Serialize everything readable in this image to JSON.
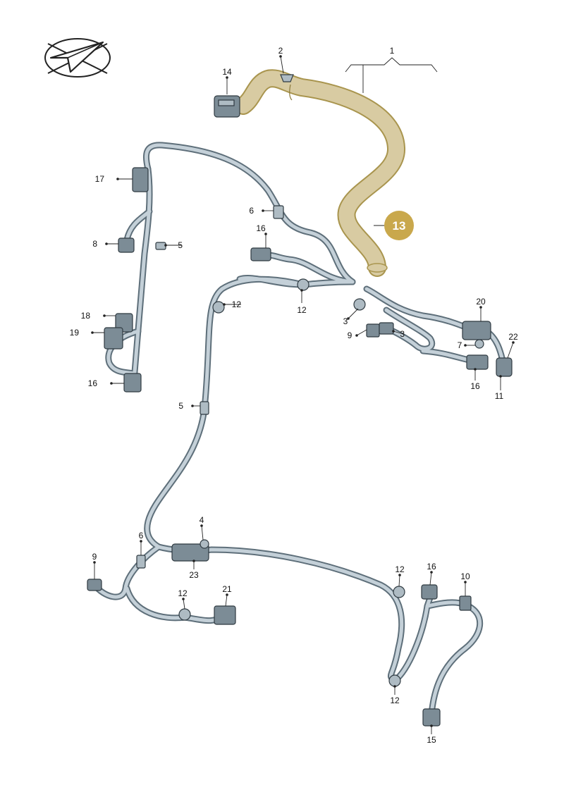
{
  "diagram": {
    "highlight_color": "#c9a84c",
    "highlight_label": "13",
    "logo_icon": "vw-paper-plane-logo-icon",
    "callouts": {
      "c1": "1",
      "c2": "2",
      "c14": "14",
      "c17": "17",
      "c6a": "6",
      "c16a": "16",
      "c8": "8",
      "c5a": "5",
      "c12a": "12",
      "c12b": "12",
      "c18": "18",
      "c19": "19",
      "c16b": "16",
      "c3a": "3",
      "c3b": "3",
      "c9a": "9",
      "c20": "20",
      "c7": "7",
      "c22": "22",
      "c16c": "16",
      "c11": "11",
      "c5b": "5",
      "c4": "4",
      "c6b": "6",
      "c23": "23",
      "c9b": "9",
      "c12c": "12",
      "c21": "21",
      "c12d": "12",
      "c16d": "16",
      "c10": "10",
      "c12e": "12",
      "c15": "15"
    }
  }
}
